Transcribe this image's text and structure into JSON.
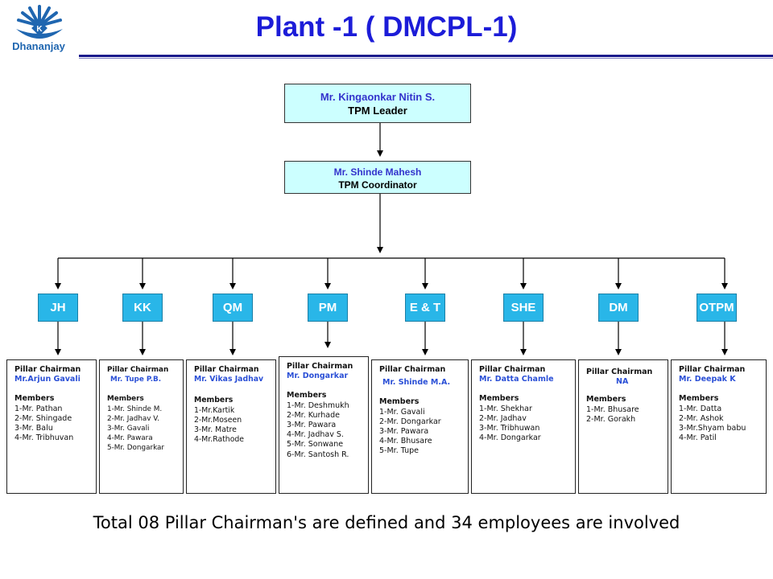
{
  "header": {
    "logo_text": "Dhananjay",
    "title": "Plant -1 ( DMCPL-1)"
  },
  "leader": {
    "name": "Mr. Kingaonkar Nitin S.",
    "role": "TPM Leader"
  },
  "coordinator": {
    "name": "Mr. Shinde Mahesh",
    "role": "TPM Coordinator"
  },
  "pillars": [
    {
      "label": "JH"
    },
    {
      "label": "KK"
    },
    {
      "label": "QM"
    },
    {
      "label": "PM"
    },
    {
      "label": "E & T"
    },
    {
      "label": "SHE"
    },
    {
      "label": "DM"
    },
    {
      "label": "OTPM"
    }
  ],
  "cards": [
    {
      "heading": "Pillar Chairman",
      "chairman": "Mr.Arjun Gavali",
      "members_label": "Members",
      "members": [
        "1-Mr. Pathan",
        "2-Mr. Shingade",
        "3-Mr. Balu",
        "4-Mr. Tribhuvan"
      ]
    },
    {
      "heading": "Pillar Chairman",
      "chairman": "Mr. Tupe P.B.",
      "members_label": "Members",
      "members": [
        "1-Mr. Shinde M.",
        "2-Mr. Jadhav V.",
        "3-Mr. Gavali",
        "4-Mr. Pawara",
        "5-Mr. Dongarkar"
      ]
    },
    {
      "heading": "Pillar Chairman",
      "chairman": "Mr. Vikas Jadhav",
      "members_label": "Members",
      "members": [
        "1-Mr.Kartik",
        "2-Mr.Moseen",
        "3-Mr. Matre",
        "4-Mr.Rathode"
      ]
    },
    {
      "heading": "Pillar Chairman",
      "chairman": "Mr. Dongarkar",
      "members_label": "Members",
      "members": [
        "1-Mr. Deshmukh",
        "2-Mr. Kurhade",
        "3-Mr. Pawara",
        "4-Mr. Jadhav S.",
        "5-Mr. Sonwane",
        "6-Mr. Santosh R."
      ]
    },
    {
      "heading": "Pillar Chairman",
      "chairman": "Mr. Shinde M.A.",
      "members_label": "Members",
      "members": [
        "1-Mr. Gavali",
        "2-Mr. Dongarkar",
        "3-Mr. Pawara",
        "4-Mr. Bhusare",
        "5-Mr. Tupe"
      ]
    },
    {
      "heading": "Pillar Chairman",
      "chairman": "Mr. Datta Chamle",
      "members_label": "Members",
      "members": [
        "1-Mr. Shekhar",
        "2-Mr. Jadhav",
        "3-Mr. Tribhuwan",
        "4-Mr. Dongarkar"
      ]
    },
    {
      "heading": "Pillar Chairman",
      "chairman": "NA",
      "members_label": "Members",
      "members": [
        "1-Mr. Bhusare",
        "2-Mr. Gorakh"
      ]
    },
    {
      "heading": "Pillar Chairman",
      "chairman": "Mr. Deepak K",
      "members_label": "Members",
      "members": [
        "1-Mr. Datta",
        "2-Mr. Ashok",
        "3-Mr.Shyam babu",
        "4-Mr. Patil"
      ]
    }
  ],
  "footer": {
    "text": "Total 08 Pillar  Chairman's are defined and 34 employees are involved"
  }
}
